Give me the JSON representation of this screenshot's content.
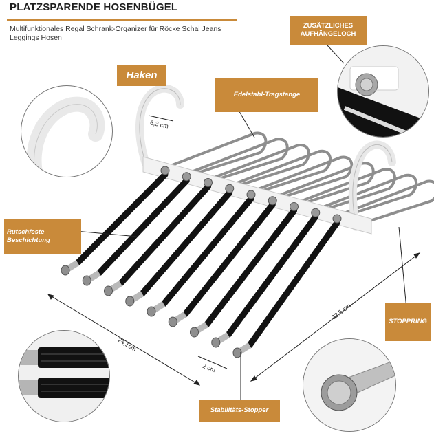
{
  "header": {
    "title": "PLATZSPARENDE HOSENBÜGEL",
    "subtitle": "Multifunktionales Regal Schrank-Organizer für Röcke Schal Jeans Leggings Hosen"
  },
  "labels": {
    "haken": "Haken",
    "edelstahl": "Edelstahl-Tragstange",
    "zusatz": "ZUSÄTZLICHES AUFHÄNGELOCH",
    "rutschfeste": "Rutschfeste Beschichtung",
    "stoppring": "STOPPRING",
    "stabilitaet": "Stabilitäts-Stopper"
  },
  "dimensions": {
    "hook_width": "6,3 cm",
    "length": "24,1cm",
    "gap": "2 cm",
    "depth": "32,5 cm"
  },
  "colors": {
    "accent": "#c98a3a",
    "title_underline": "#c98a3a"
  },
  "rods": {
    "count": 9
  }
}
